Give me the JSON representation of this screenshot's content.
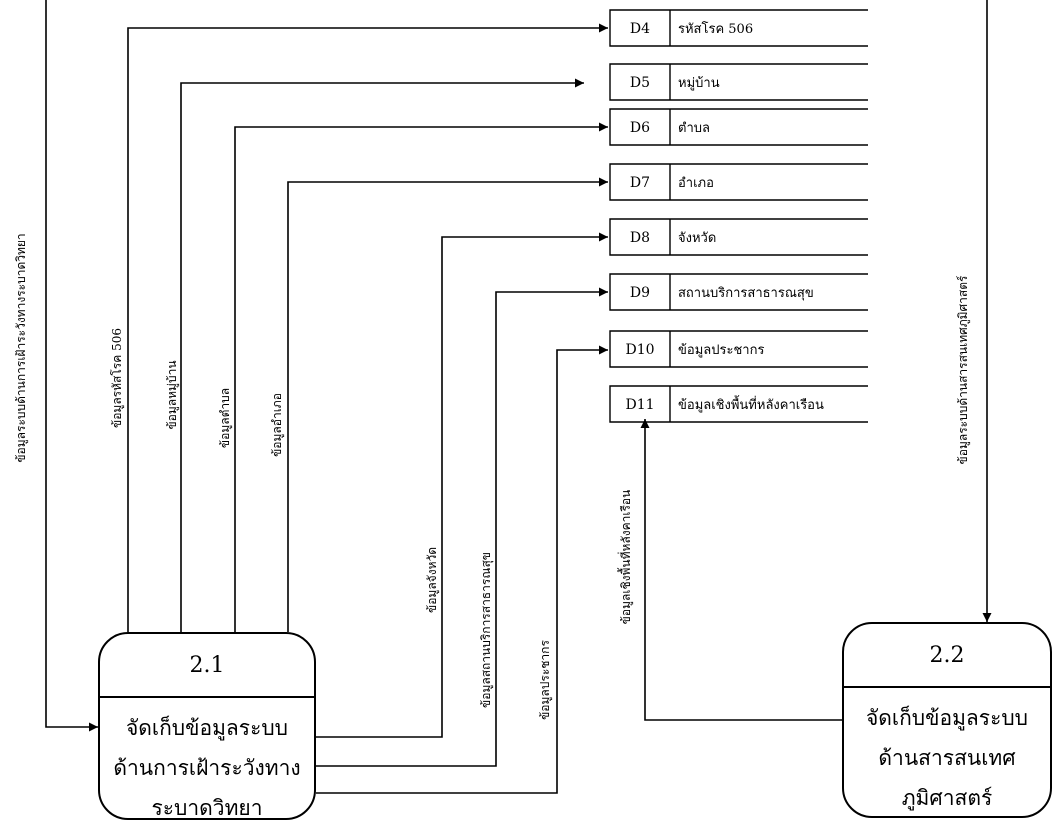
{
  "processes": [
    {
      "id": "2.1",
      "lines": [
        "จัดเก็บข้อมูลระบบ",
        "ด้านการเฝ้าระวังทาง",
        "ระบาดวิทยา"
      ]
    },
    {
      "id": "2.2",
      "lines": [
        "จัดเก็บข้อมูลระบบ",
        "ด้านสารสนเทศ",
        "ภูมิศาสตร์"
      ]
    }
  ],
  "stores": [
    {
      "id": "D4",
      "name": "รหัสโรค 506"
    },
    {
      "id": "D5",
      "name": "หมู่บ้าน"
    },
    {
      "id": "D6",
      "name": "ตำบล"
    },
    {
      "id": "D7",
      "name": "อำเภอ"
    },
    {
      "id": "D8",
      "name": "จังหวัด"
    },
    {
      "id": "D9",
      "name": "สถานบริการสาธารณสุข"
    },
    {
      "id": "D10",
      "name": "ข้อมูลประชากร"
    },
    {
      "id": "D11",
      "name": "ข้อมูลเชิงพื้นที่หลังคาเรือน"
    }
  ],
  "flows": {
    "f_epi_input": "ข้อมูลระบบด้านการเฝ้าระวังทางระบาดวิทยา",
    "f_d4": "ข้อมูลรหัสโรค 506",
    "f_d5": "ข้อมูลหมู่บ้าน",
    "f_d6": "ข้อมูลตำบล",
    "f_d7": "ข้อมูลอำเภอ",
    "f_d8": "ข้อมูลจังหวัด",
    "f_d9": "ข้อมูลสถานบริการสาธารณสุข",
    "f_d10": "ข้อมูลประชากร",
    "f_d11": "ข้อมูลเชิงพื้นที่หลังคาเรือน",
    "f_gis_input": "ข้อมูลระบบด้านสารสนเทศภูมิศาสตร์"
  }
}
